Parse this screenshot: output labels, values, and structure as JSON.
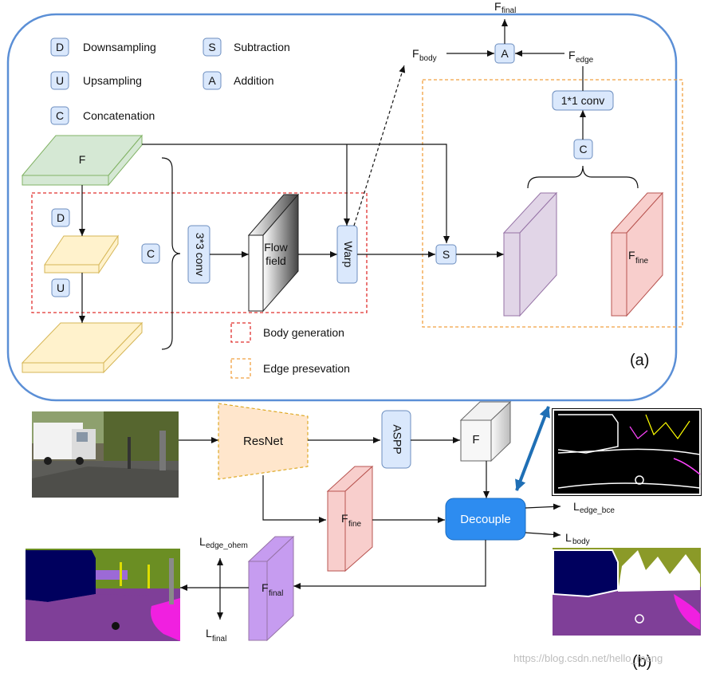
{
  "legend": {
    "D": {
      "key": "D",
      "label": "Downsampling"
    },
    "U": {
      "key": "U",
      "label": "Upsampling"
    },
    "C": {
      "key": "C",
      "label": "Concatenation"
    },
    "S": {
      "key": "S",
      "label": "Subtraction"
    },
    "A": {
      "key": "A",
      "label": "Addition"
    }
  },
  "region_legend": {
    "body": "Body generation",
    "edge": "Edge presevation"
  },
  "panel_a": {
    "label": "(a)",
    "F": "F",
    "D": "D",
    "U": "U",
    "C": "C",
    "conv3": "3*3 conv",
    "flow1": "Flow",
    "flow2": "field",
    "warp": "Warp",
    "S": "S",
    "C_top": "C",
    "conv1": "1*1 conv",
    "A": "A",
    "F_main": "F",
    "fine_sub": "fine",
    "body_main": "F",
    "body_sub": "body",
    "edge_main": "F",
    "edge_sub": "edge",
    "final_main": "F",
    "final_sub": "final"
  },
  "panel_b": {
    "label": "(b)",
    "resnet": "ResNet",
    "aspp": "ASPP",
    "F": "F",
    "decouple": "Decouple",
    "fine_main": "F",
    "fine_sub": "fine",
    "final_main": "F",
    "final_sub": "final",
    "l_edge_bce_main": "L",
    "l_edge_bce_sub": "edge_bce",
    "l_body_main": "L",
    "l_body_sub": "body",
    "l_edge_ohem_main": "L",
    "l_edge_ohem_sub": "edge_ohem",
    "l_final_main": "L",
    "l_final_sub": "final"
  },
  "watermark": "https://blog.csdn.net/hello_meng",
  "colors": {
    "panel_border": "#5b8fd6",
    "box_fill": "#dae8fc",
    "box_stroke": "#6c8ebf",
    "green": "#d5e8d4",
    "yellow": "#fff2cc",
    "purple": "#e1d5e7",
    "pink": "#f8cecc",
    "decouple": "#2d8cf0",
    "resnet": "#ffe6cc",
    "final_purple": "#c69cf0",
    "red_dash": "#e0302e",
    "orange_dash": "#f0a040",
    "big_arrow": "#1f6fb5"
  }
}
